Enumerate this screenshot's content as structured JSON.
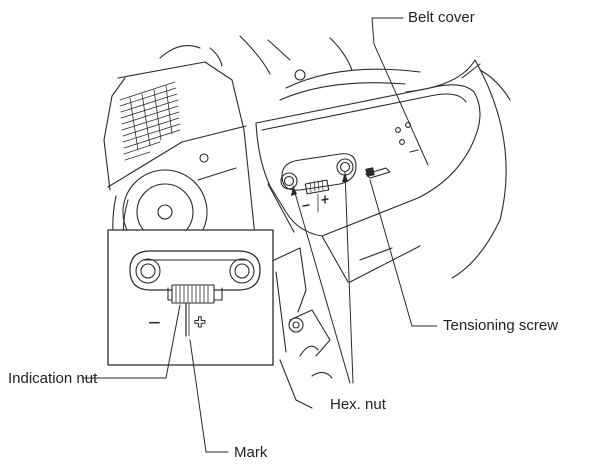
{
  "labels": {
    "belt_cover": "Belt cover",
    "tensioning_screw": "Tensioning screw",
    "indication_nut": "Indication nut",
    "hex_nut": "Hex. nut",
    "mark": "Mark"
  },
  "symbols": {
    "minus": "−",
    "plus": "✚"
  },
  "colors": {
    "line": "#2a2a2a",
    "background": "#ffffff"
  }
}
